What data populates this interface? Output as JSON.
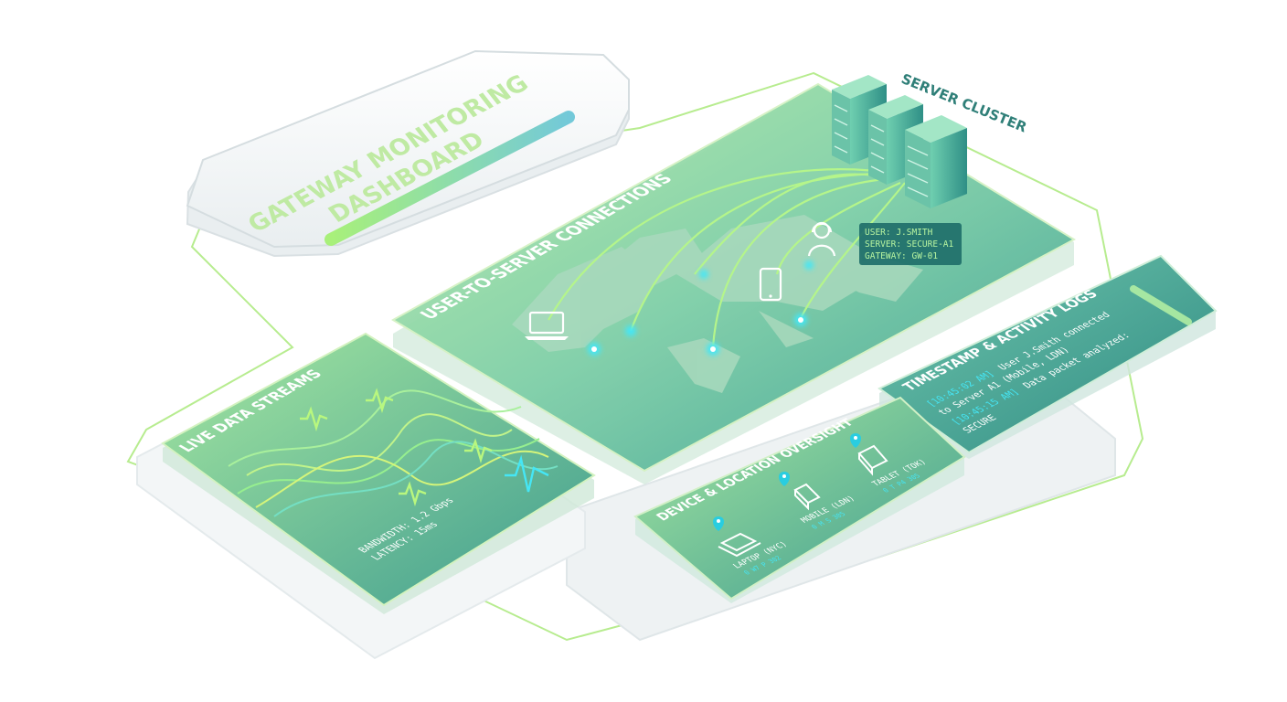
{
  "title_card": {
    "line1": "GATEWAY MONITORING",
    "line2": "DASHBOARD"
  },
  "server_cluster": {
    "label": "SERVER CLUSTER"
  },
  "connections_panel": {
    "title": "USER-TO-SERVER CONNECTIONS",
    "session": {
      "user": "USER: J.SMITH",
      "server": "SERVER: SECURE-A1",
      "gateway": "GATEWAY: GW-01"
    }
  },
  "streams_panel": {
    "title": "LIVE DATA STREAMS",
    "bandwidth": "BANDWIDTH: 1.2 Gbps",
    "latency": "LATENCY: 15ms"
  },
  "logs_panel": {
    "title": "TIMESTAMP & ACTIVITY LOGS",
    "entries": [
      {
        "time": "[10:45:02 AM]",
        "text": "User J.Smith connected",
        "text2": "to Server A1 (Mobile, LDN)"
      },
      {
        "time": "[10:45:15 AM]",
        "text": "Data packet analyzed:",
        "text2": "SECURE"
      }
    ]
  },
  "devices_panel": {
    "title": "DEVICE & LOCATION OVERSIGHT",
    "devices": [
      {
        "label": "LAPTOP (NYC)",
        "sub": "0 W7 P 302"
      },
      {
        "label": "MOBILE (LDN)",
        "sub": "0 M S 305"
      },
      {
        "label": "TABLET (TOK)",
        "sub": "0 T P4 305"
      }
    ]
  },
  "colors": {
    "accent": "#7de37a",
    "teal": "#5fb9a6",
    "panel_dark": "#3f9d8e",
    "cyan": "#27d3e6",
    "text_light": "#ffffff"
  }
}
